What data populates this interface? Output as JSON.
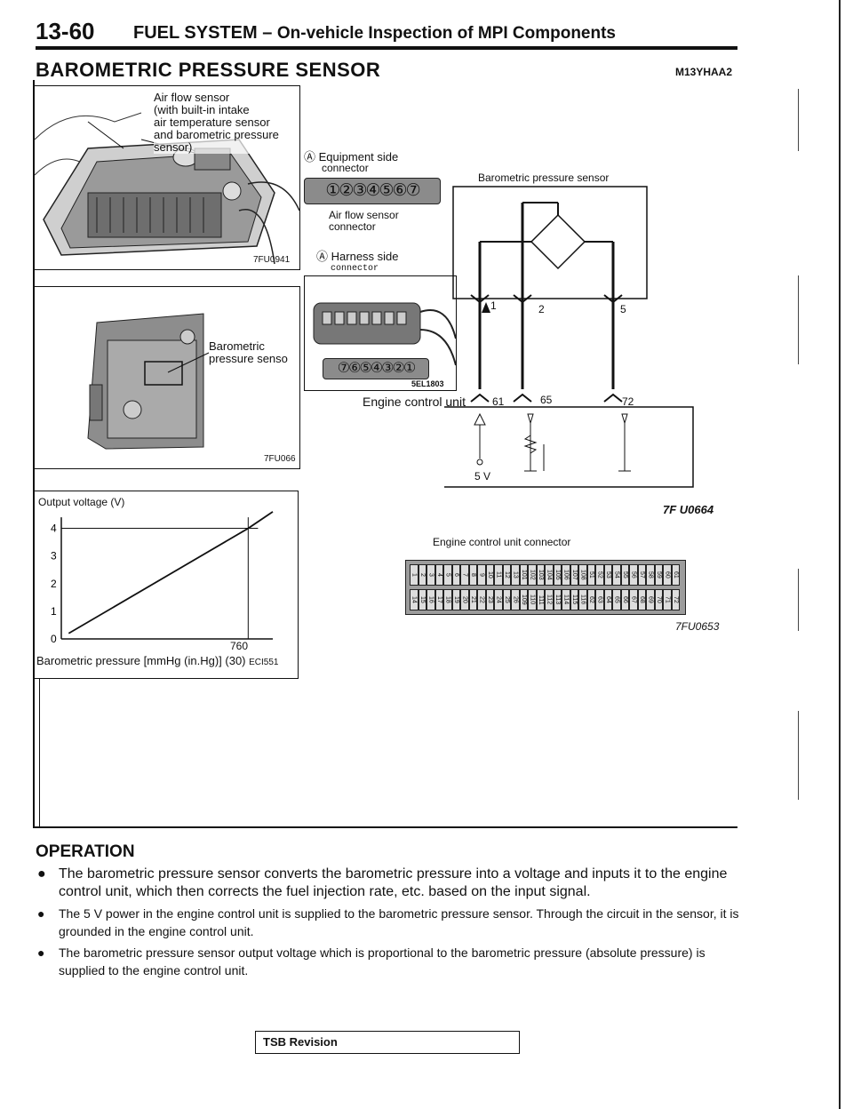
{
  "header": {
    "page_number": "13-60",
    "section": "FUEL SYSTEM",
    "dash": "–",
    "subsection": "On-vehicle Inspection of MPI Components"
  },
  "title": "BAROMETRIC PRESSURE SENSOR",
  "doc_code": "M13YHAA2",
  "figure1": {
    "callout": [
      "Air flow sensor",
      "(with built-in intake",
      "air temperature sensor",
      "and barometric pressure",
      "sensor)"
    ],
    "id": "7FU0941"
  },
  "figure2": {
    "callout": [
      "Barometric",
      "pressure senso"
    ],
    "id": "7FU066"
  },
  "graph": {
    "ylabel": "Output voltage (V)",
    "y_ticks": [
      "4",
      "3",
      "2",
      "1",
      "0"
    ],
    "x_tick": "760",
    "xlabel": "Barometric pressure [mmHg (in.Hg)] (30)",
    "id": "ECI551"
  },
  "chart_data": {
    "type": "line",
    "title": "",
    "xlabel": "Barometric pressure [mmHg (in.Hg)]",
    "ylabel": "Output voltage (V)",
    "x_ticks": [
      "760"
    ],
    "y_ticks": [
      "0",
      "1",
      "2",
      "3",
      "4"
    ],
    "ylim": [
      0,
      4.5
    ],
    "series": [
      {
        "x": [
          30,
          760,
          860
        ],
        "y": [
          0.2,
          4.0,
          4.6
        ]
      }
    ]
  },
  "connector": {
    "equipment_side": "Equipment side",
    "equipment_side2": "connector",
    "equipment_pins": "①②③④⑤⑥⑦",
    "air_flow_label": [
      "Air flow sensor",
      "connector"
    ],
    "harness_side": "Harness side",
    "harness_side2": "connector",
    "harness_pins": "⑦⑥⑤④③②①",
    "harness_id": "5EL1803",
    "circled_a": "Ⓐ"
  },
  "circuit": {
    "sensor_label": "Barometric pressure sensor",
    "pin_labels": [
      "1",
      "2",
      "5"
    ],
    "ecu_label": "Engine control unit",
    "ecu_pins": [
      "61",
      "65",
      "72"
    ],
    "supply": "5 V",
    "id": "7F U0664"
  },
  "ecu_connector": {
    "label": "Engine control unit connector",
    "id": "7FU0653",
    "top_pins": [
      "1",
      "2",
      "3",
      "4",
      "5",
      "6",
      "7",
      "8",
      "9",
      "10",
      "11",
      "12",
      "13",
      "101",
      "102",
      "103",
      "104",
      "105",
      "106",
      "107",
      "108",
      "51",
      "52",
      "53",
      "54",
      "55",
      "56",
      "57",
      "58",
      "59",
      "60",
      "61"
    ],
    "bottom_pins": [
      "14",
      "15",
      "16",
      "17",
      "18",
      "19",
      "20",
      "21",
      "22",
      "23",
      "24",
      "25",
      "26",
      "109",
      "110",
      "111",
      "112",
      "113",
      "114",
      "115",
      "116",
      "62",
      "63",
      "64",
      "65",
      "66",
      "67",
      "68",
      "69",
      "70",
      "71",
      "72"
    ]
  },
  "operation": {
    "title": "OPERATION",
    "items": [
      "The barometric pressure sensor converts the barometric pressure into a voltage and inputs it to the engine control unit, which then corrects the fuel injection rate, etc. based on the input signal.",
      "The 5 V power in the engine control unit is supplied to the barometric pressure sensor. Through the circuit in the sensor, it is grounded in the engine control unit.",
      "The barometric pressure sensor output voltage which is proportional to the barometric pressure (absolute pressure) is supplied to the engine control unit."
    ]
  },
  "footer": {
    "tsb": "TSB Revision"
  }
}
